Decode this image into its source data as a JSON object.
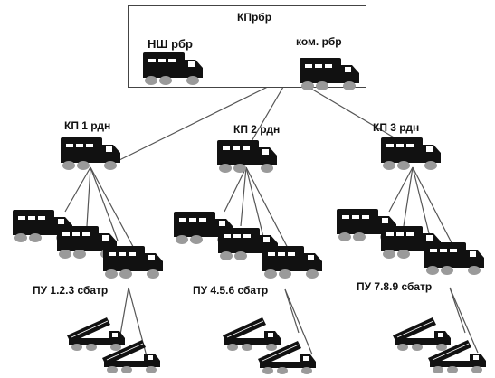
{
  "hq": {
    "title": "КПрбр",
    "chief_of_staff": "НШ рбр",
    "commander": "ком. рбр"
  },
  "battalions": [
    {
      "command_post": "КП 1 рдн",
      "launchers": "ПУ 1.2.3 сбатр"
    },
    {
      "command_post": "КП 2 рдн",
      "launchers": "ПУ 4.5.6 сбатр"
    },
    {
      "command_post": "КП 3 рдн",
      "launchers": "ПУ 7.8.9 сбатр"
    }
  ],
  "icons": {
    "command_vehicle": "command-truck-icon",
    "launcher_vehicle": "rocket-launcher-icon"
  },
  "colors": {
    "vehicle": "#111111",
    "window": "#ffffff",
    "wheel": "#9a9a9a",
    "line": "#555555",
    "frame": "#444444",
    "text": "#111111"
  }
}
